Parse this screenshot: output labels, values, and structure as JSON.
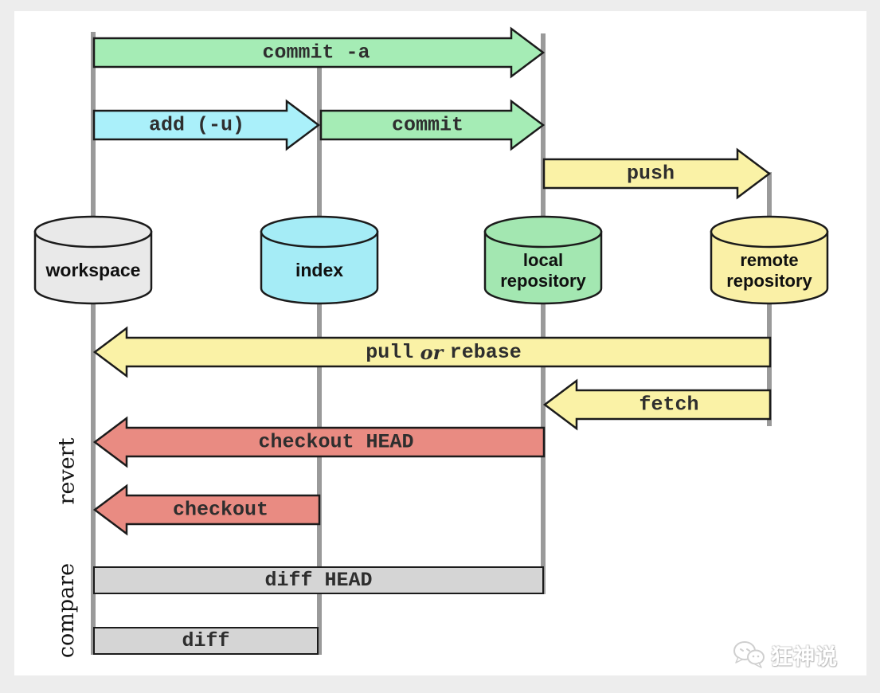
{
  "nodes": {
    "workspace": {
      "label": "workspace",
      "color": "#e9e9e9"
    },
    "index": {
      "label": "index",
      "color": "#a5ecf6"
    },
    "local_repository": {
      "line1": "local",
      "line2": "repository",
      "color": "#a3e7b1"
    },
    "remote_repository": {
      "line1": "remote",
      "line2": "repository",
      "color": "#faf0a6"
    }
  },
  "arrows": {
    "commit_a": {
      "label": "commit -a",
      "from": "workspace",
      "to": "local repository",
      "color": "#a5ecb5"
    },
    "add": {
      "label": "add (-u)",
      "from": "workspace",
      "to": "index",
      "color": "#aaf0fa"
    },
    "commit": {
      "label": "commit",
      "from": "index",
      "to": "local repository",
      "color": "#a5ecb5"
    },
    "push": {
      "label": "push",
      "from": "local repository",
      "to": "remote repository",
      "color": "#faf2a6"
    },
    "pull_or_rebase": {
      "part1": "pull",
      "part2": " or ",
      "part3": "rebase",
      "from": "remote repository",
      "to": "workspace",
      "color": "#faf2a6"
    },
    "fetch": {
      "label": "fetch",
      "from": "remote repository",
      "to": "local repository",
      "color": "#faf2a6"
    },
    "checkout_head": {
      "label": "checkout HEAD",
      "from": "local repository",
      "to": "workspace",
      "color": "#e98b82"
    },
    "checkout": {
      "label": "checkout",
      "from": "index",
      "to": "workspace",
      "color": "#e98b82"
    }
  },
  "bars": {
    "diff_head": {
      "label": "diff HEAD",
      "between": "workspace and local repository",
      "color": "#d5d5d5"
    },
    "diff": {
      "label": "diff",
      "between": "workspace and index",
      "color": "#d5d5d5"
    }
  },
  "side_labels": {
    "revert": "revert",
    "compare": "compare"
  },
  "watermark": {
    "text": "狂神说",
    "icon": "wechat-chat-bubbles"
  },
  "colors": {
    "line_gray": "#9a9a9a",
    "outline": "#1b1b1b",
    "page_background": "#ededed",
    "panel_background": "#ffffff"
  }
}
